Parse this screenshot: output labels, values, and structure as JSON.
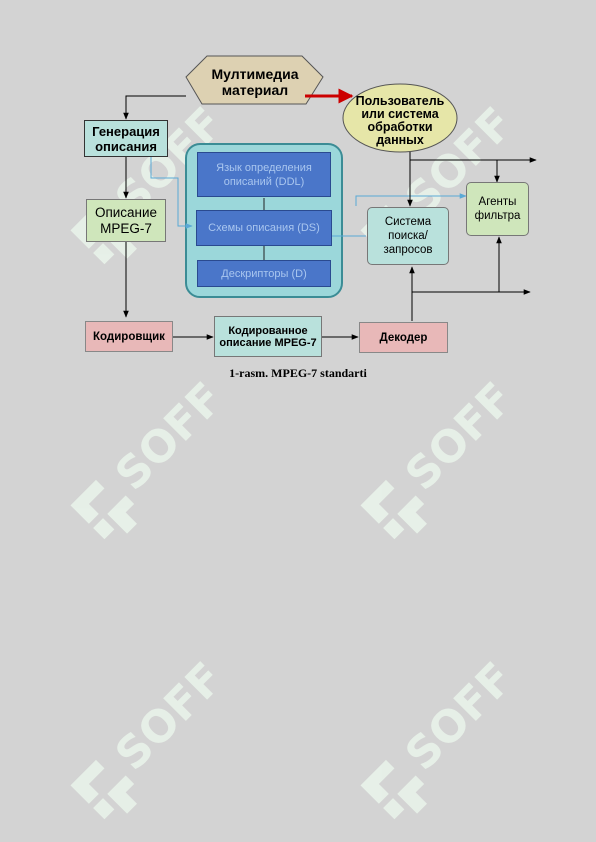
{
  "diagram": {
    "nodes": {
      "multimedia": "Мултимедиа материал",
      "user": "Пользователь или система обработки данных",
      "generation": "Генерация описания",
      "description": "Описание MPEG-7",
      "ddl": "Язык определения описаний (DDL)",
      "ds": "Схемы описания (DS)",
      "descriptors": "Дескрипторы (D)",
      "search": "Система поиска/ запросов",
      "agents": "Агенты фильтра",
      "encoder": "Кодировщик",
      "coded": "Кодированное описание MPEG-7",
      "decoder": "Декодер"
    }
  },
  "caption": "1-rasm. MPEG-7 standarti",
  "watermark": {
    "text": "SOFF",
    "color": "#e9f3ea"
  },
  "colors": {
    "teal_box": "#b9e1dc",
    "green_box": "#cfe6bb",
    "pink_box": "#e8b8b8",
    "yellow_ellipse": "#e6e6a8",
    "tan_pentagon": "#ddd1b2",
    "blue_inner": "#4a76c9",
    "cyan_panel": "#9bd7da",
    "red_arrow": "#cc0000",
    "blue_arrow": "#5aa9d6"
  }
}
